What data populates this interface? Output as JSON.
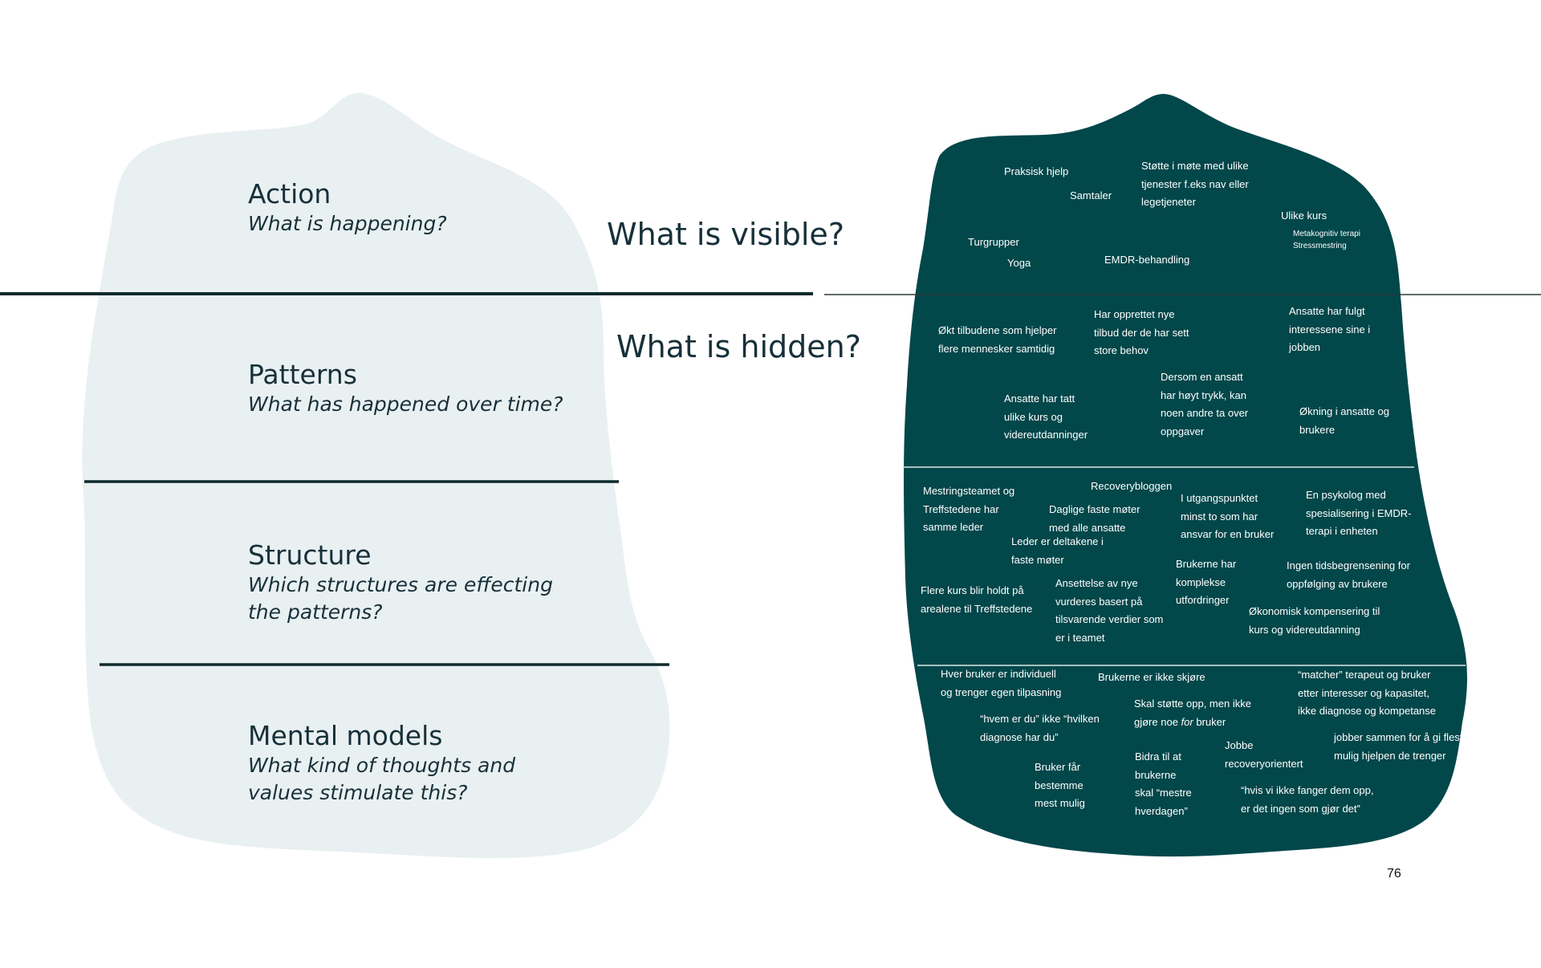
{
  "colors": {
    "light_blob": "#e9f0f1",
    "dark_blob": "#02474a",
    "line": "#0f2a2c",
    "text": "#17303a",
    "note_text": "#ffffff"
  },
  "levels": [
    {
      "title": "Action",
      "question": "What is happening?"
    },
    {
      "title": "Patterns",
      "question": "What has happened over time?"
    },
    {
      "title": "Structure",
      "question": "Which structures are effecting the patterns?"
    },
    {
      "title": "Mental models",
      "question": "What kind of thoughts and values stimulate this?"
    }
  ],
  "questions": {
    "visible": "What is visible?",
    "hidden": "What is hidden?"
  },
  "notes": {
    "action": [
      "Praksisk hjelp",
      "Samtaler",
      "Støtte i møte med ulike\ntjenester f.eks nav eller\nlegetjeneter",
      "Ulike kurs",
      "Metakognitiv terapi\nStressmestring",
      "Turgrupper",
      "Yoga",
      "EMDR-behandling"
    ],
    "patterns": [
      "Økt tilbudene som hjelper\nflere mennesker samtidig",
      "Har opprettet nye\ntilbud der de har sett\nstore behov",
      "Ansatte har fulgt\ninteressene sine i\njobben",
      "Ansatte har tatt\nulike kurs og\nvidereutdanninger",
      "Dersom en ansatt\nhar høyt trykk, kan\nnoen andre ta over\noppgaver",
      "Økning i ansatte og\nbrukere"
    ],
    "structure": [
      "Mestringsteamet og\nTreffstedene har\nsamme leder",
      "Recoverybloggen",
      "Daglige faste møter\nmed alle ansatte",
      "Leder er deltakene i\nfaste møter",
      "I utgangspunktet\nminst to som har\nansvar for en bruker",
      "En psykolog med\nspesialisering i EMDR-\nterapi i enheten",
      "Flere kurs blir holdt på\narealene til Treffstedene",
      "Ansettelse av nye\nvurderes basert på\ntilsvarende verdier som\ner i teamet",
      "Brukerne har\nkomplekse\nutfordringer",
      "Ingen tidsbegrensening for\noppfølging av brukere",
      "Økonomisk kompensering til\nkurs og videreutdanning"
    ],
    "mental": [
      "Hver bruker er individuell\nog trenger egen tilpasning",
      "Brukerne er ikke skjøre",
      "“matcher” terapeut og bruker\netter interesser og kapasitet,\nikke diagnose og kompetanse",
      "Skal støtte opp, men ikke",
      "gjøre noe ",
      "for",
      " bruker",
      "“hvem er du” ikke “hvilken\ndiagnose har du”",
      "Jobbe\nrecoveryorientert",
      "jobber sammen for å gi flest\nmulig hjelpen de trenger",
      "Bruker får\nbestemme\nmest mulig",
      "Bidra til at\nbrukerne\nskal “mestre\nhverdagen”",
      "“hvis vi ikke fanger dem opp,\ner det ingen som gjør det”"
    ]
  },
  "page_number": "76"
}
